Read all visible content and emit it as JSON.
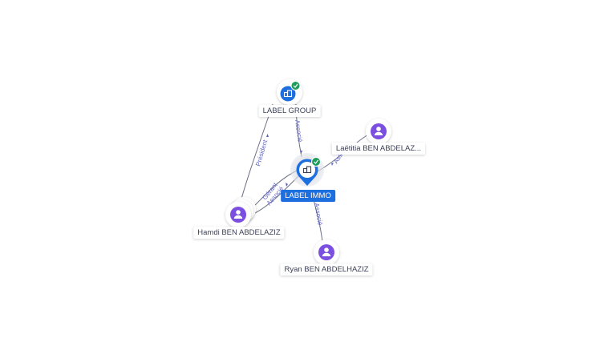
{
  "nodes": {
    "label_group": {
      "label": "LABEL GROUP",
      "type": "company",
      "verified": true
    },
    "label_immo": {
      "label": "LABEL IMMO",
      "type": "company",
      "verified": true,
      "focus": true
    },
    "laetitia": {
      "label": "Laëtitia BEN ABDELAZ...",
      "type": "person"
    },
    "hamdi": {
      "label": "Hamdi BEN ABDELAZIZ",
      "type": "person"
    },
    "ryan": {
      "label": "Ryan BEN ABDELHAZIZ",
      "type": "person"
    }
  },
  "edges": {
    "group_immo": "Associé",
    "hamdi_group": "Président",
    "hamdi_immo_gerant": "Gérant",
    "hamdi_immo_associe": "Associé",
    "laetitia_immo": "Associé",
    "ryan_immo": "Associé"
  },
  "colors": {
    "company": "#1d6fe0",
    "person": "#7b4fe0",
    "verified": "#1e9e5a",
    "edge": "#6b6f86",
    "edge_label": "#6366c7"
  },
  "icons": {
    "company": "building-icon",
    "person": "person-icon",
    "verified": "check-badge-icon"
  }
}
